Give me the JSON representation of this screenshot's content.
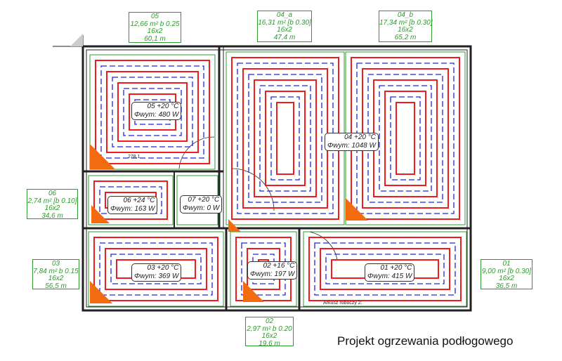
{
  "title": "Projekt ogrzewania podłogowego",
  "colors": {
    "supply": "#ee1c1c",
    "return": "#2222ee",
    "zone": "#2e9a2e",
    "manifold": "#f26b0f",
    "wall": "#222222"
  },
  "circuit_labels": [
    {
      "id": "05",
      "area": "12,66 m²  b 0.25",
      "pipe": "16x2",
      "length": "60,1 m"
    },
    {
      "id": "04_a",
      "area": "16,31 m²  [b 0.30]",
      "pipe": "16x2",
      "length": "47,4 m"
    },
    {
      "id": "04_b",
      "area": "17,34 m²  [b 0.30]",
      "pipe": "16x2",
      "length": "65,2 m"
    },
    {
      "id": "06",
      "area": "2,74 m²  [b 0.10]",
      "pipe": "16x2",
      "length": "34,6 m"
    },
    {
      "id": "03",
      "area": "7,84 m²  b 0.15",
      "pipe": "16x2",
      "length": "56,5 m"
    },
    {
      "id": "01",
      "area": "9,00 m²  [b 0.30]",
      "pipe": "16x2",
      "length": "36,5 m"
    },
    {
      "id": "02",
      "area": "2,97 m²  b 0.20",
      "pipe": "16x2",
      "length": "19,6 m"
    }
  ],
  "room_tags": [
    {
      "room": "05  +20 °C",
      "power": "Φwym: 480 W"
    },
    {
      "room": "06  +24 °C",
      "power": "Φwym: 163 W"
    },
    {
      "room": "07  +20 °C",
      "power": "Φwym: 0 W"
    },
    {
      "room": "04  +20 °C",
      "power": "Φwym: 1048 W"
    },
    {
      "room": "03  +20 °C",
      "power": "Φwym: 369 W"
    },
    {
      "room": "02  +16 °C",
      "power": "Φwym: 197 W"
    },
    {
      "room": "01  +20 °C",
      "power": "Φwym: 415 W"
    }
  ],
  "annotations": {
    "dim1": "278,1",
    "sheet": "Arkusz roboczy 2:"
  }
}
